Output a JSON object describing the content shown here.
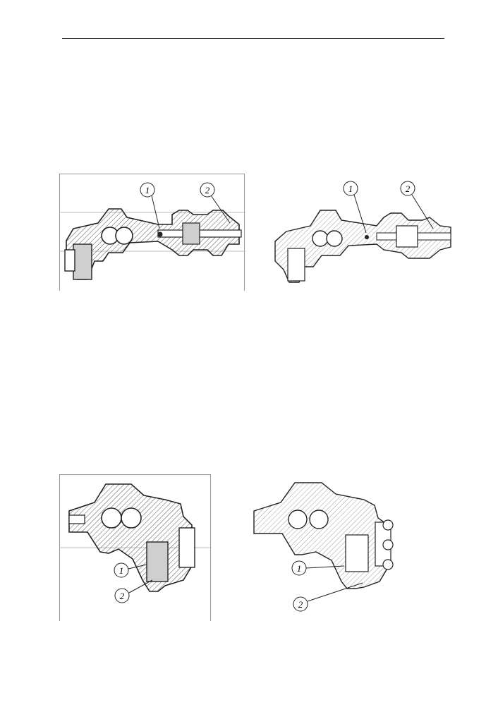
{
  "figures": [
    {
      "id": "top-left",
      "callouts": [
        {
          "num": "1"
        },
        {
          "num": "2"
        }
      ]
    },
    {
      "id": "top-right",
      "callouts": [
        {
          "num": "1"
        },
        {
          "num": "2"
        }
      ]
    },
    {
      "id": "bottom-left",
      "callouts": [
        {
          "num": "1"
        },
        {
          "num": "2"
        }
      ]
    },
    {
      "id": "bottom-right",
      "callouts": [
        {
          "num": "1"
        },
        {
          "num": "2"
        }
      ]
    }
  ],
  "colors": {
    "ink": "#222222",
    "frame": "#999999",
    "hatch": "#555555",
    "fill": "#cfcfcf"
  }
}
